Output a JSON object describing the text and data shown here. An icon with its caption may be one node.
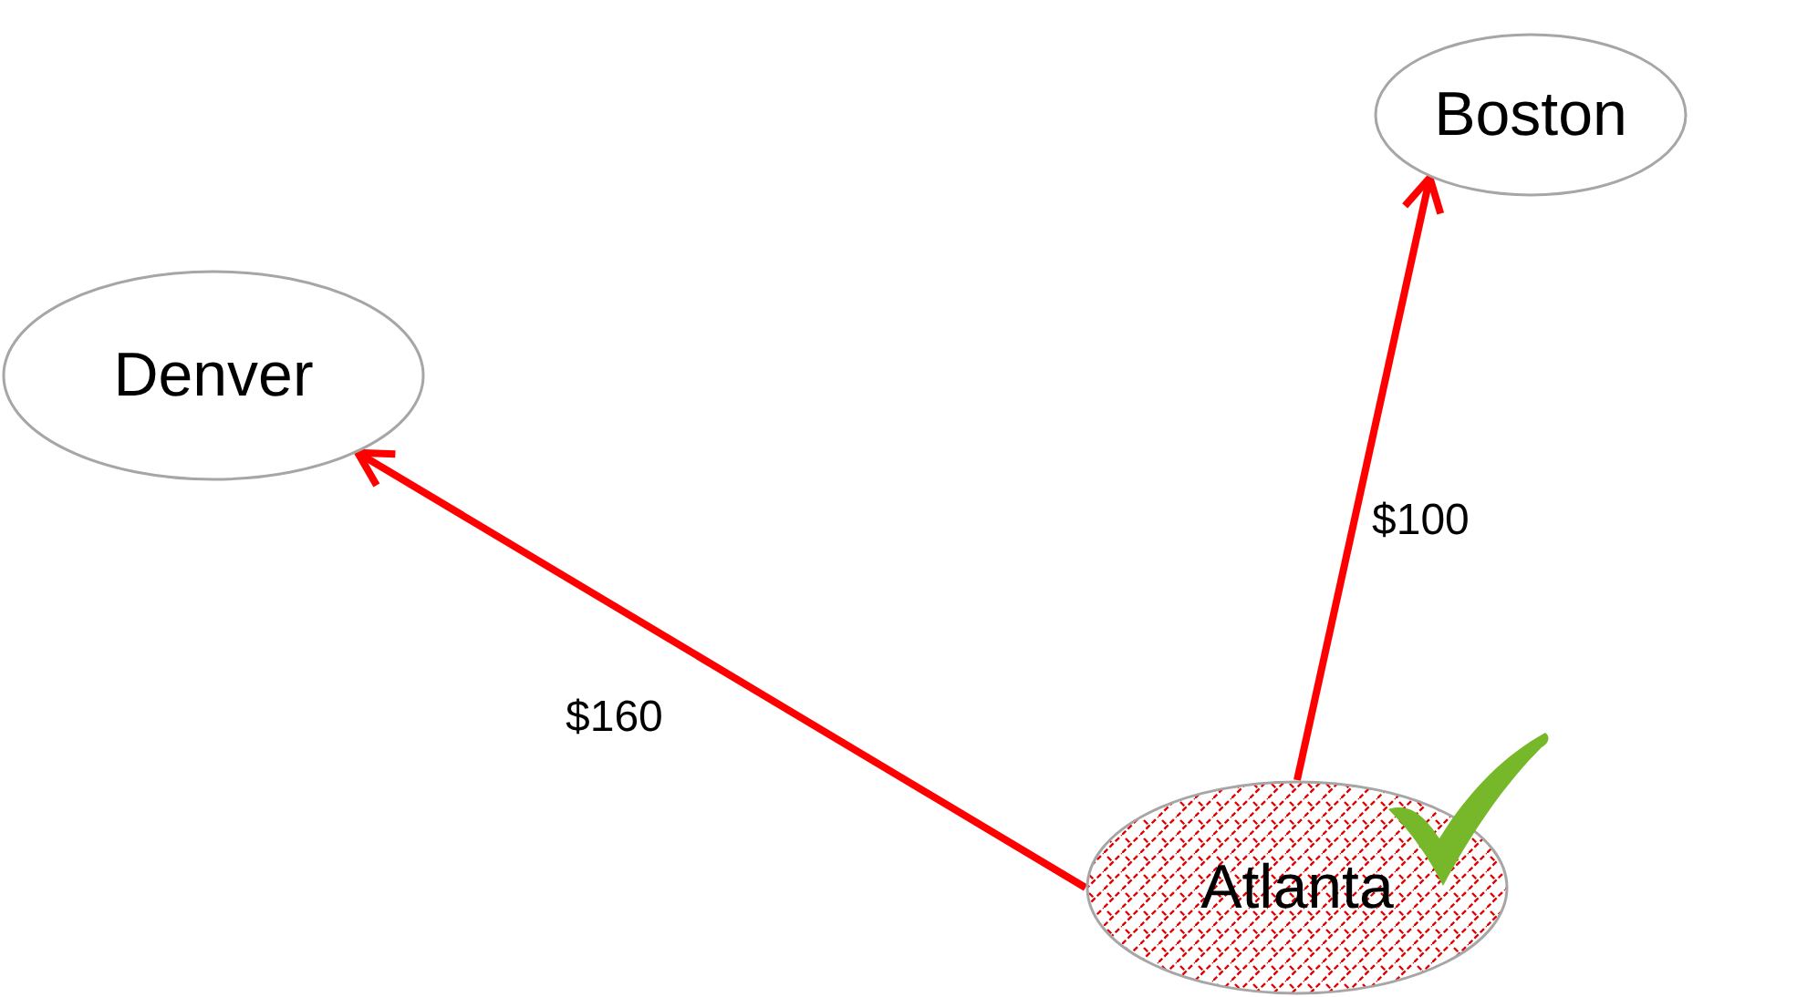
{
  "diagram": {
    "nodes": [
      {
        "text": [
          "Boston"
        ]
      },
      {
        "text": [
          "Denver"
        ]
      },
      {
        "text": [
          "Atlanta"
        ]
      }
    ],
    "edges": [
      {
        "from": 2,
        "to": 0,
        "arrow": "to",
        "label": "$100"
      },
      {
        "from": 2,
        "to": 1,
        "arrow": "to",
        "label": "$160"
      }
    ]
  }
}
